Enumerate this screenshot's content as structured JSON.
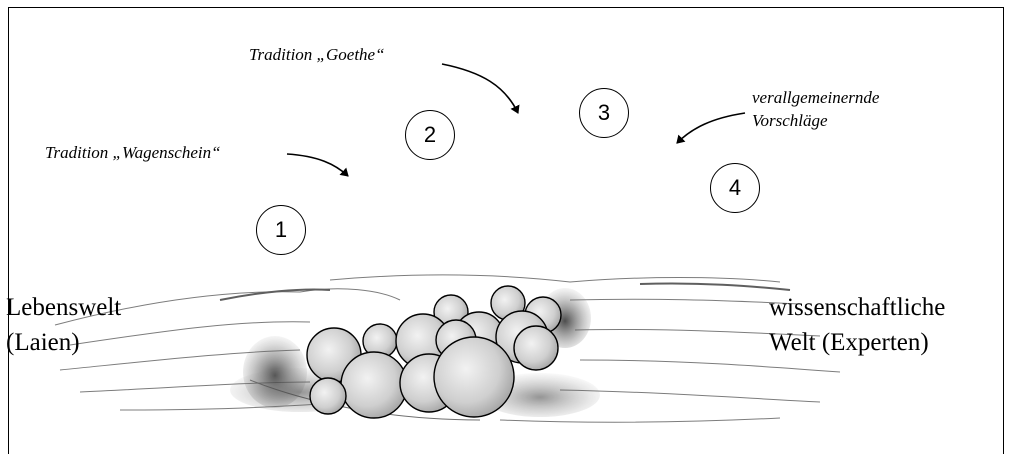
{
  "labels": {
    "wagenschein": "Tradition „Wagenschein“",
    "goethe": "Tradition „Goethe“",
    "vorschlaege_1": "verallgemeinernde",
    "vorschlaege_2": "Vorschläge",
    "lebenswelt_1": "Lebenswelt",
    "lebenswelt_2": "(Laien)",
    "wissenschaft_1": "wissenschaftliche",
    "wissenschaft_2": "Welt (Experten)"
  },
  "steps": [
    "1",
    "2",
    "3",
    "4"
  ],
  "colors": {
    "line": "#000000",
    "sketch": "#555555",
    "circle_fill": "#cfcfcf"
  }
}
